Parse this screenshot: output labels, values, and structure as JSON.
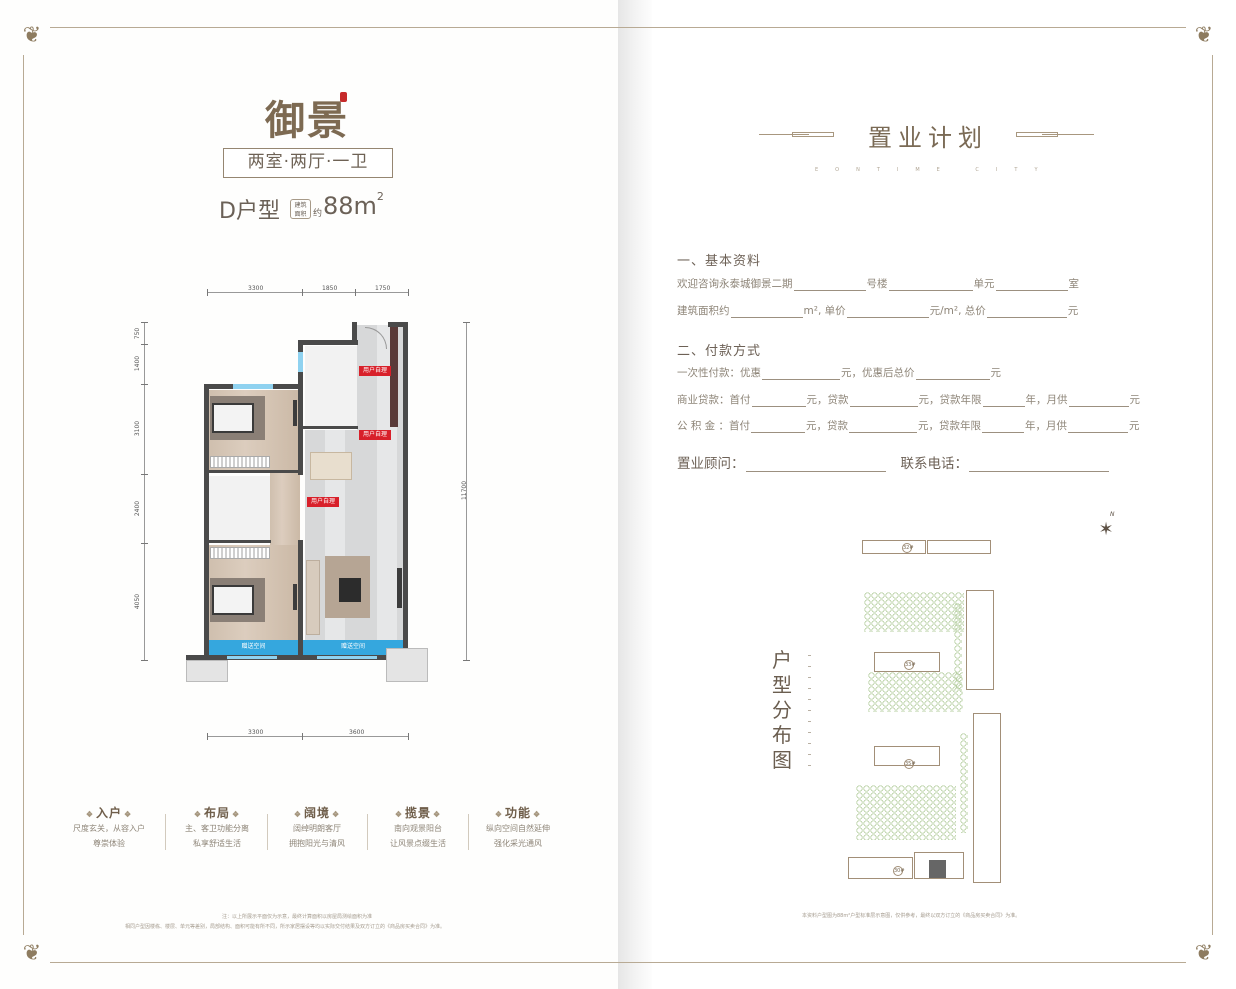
{
  "left_page": {
    "brand_logo": "御景",
    "rooms": "两室·两厅·一卫",
    "unit_type": "D户型",
    "area_tag": [
      "建筑",
      "面积"
    ],
    "area_approx": "约",
    "area_value": "88m",
    "area_unit_sup": "2",
    "floorplan": {
      "top_dimensions": [
        "3300",
        "1850",
        "1750"
      ],
      "bottom_dimensions": [
        "3300",
        "3600"
      ],
      "left_dimensions": [
        "750",
        "1400",
        "3100",
        "2400",
        "4050"
      ],
      "right_dimension": "11700",
      "labels": {
        "self_managed": "用户自理",
        "bonus_space": "赠送空间"
      }
    },
    "features": [
      {
        "title": "入户",
        "lines": [
          "尺度玄关，从容入户",
          "尊崇体验"
        ]
      },
      {
        "title": "布局",
        "lines": [
          "主、客卫功能分离",
          "私享舒适生活"
        ]
      },
      {
        "title": "阔境",
        "lines": [
          "阔绰明朗客厅",
          "拥抱阳光与清风"
        ]
      },
      {
        "title": "揽景",
        "lines": [
          "南向观景阳台",
          "让风景点缀生活"
        ]
      },
      {
        "title": "功能",
        "lines": [
          "纵向空间自然延伸",
          "强化采光通风"
        ]
      }
    ],
    "footnote": [
      "注：以上所展示平面仅为示意，最终计算面积以房屋局测绘面积为准",
      "相同户型因楼栋、楼层、单元等差别，局部结构、面积可能有所不同，所示家居摆设等均以实际交付结果及双方订立的《商品房买卖合同》为准。"
    ]
  },
  "right_page": {
    "title": "置业计划",
    "subtitle": "EONTIME CITY",
    "section1": {
      "title": "一、基本资料",
      "row1": {
        "prefix": "欢迎咨询永泰城御景二期",
        "s1": "号楼",
        "s2": "单元",
        "s3": "室"
      },
      "row2": {
        "prefix": "建筑面积约",
        "s1": "m², 单价",
        "s2": "元/m², 总价",
        "s3": "元"
      }
    },
    "section2": {
      "title": "二、付款方式",
      "row1": {
        "prefix": "一次性付款：优惠",
        "s1": "元，优惠后总价",
        "s2": "元"
      },
      "row2": {
        "prefix": "商业贷款：首付",
        "s1": "元，贷款",
        "s2": "元，贷款年限",
        "s3": "年，月供",
        "s4": "元"
      },
      "row3": {
        "prefix": "公 积 金 ：首付",
        "s1": "元，贷款",
        "s2": "元，贷款年限",
        "s3": "年，月供",
        "s4": "元"
      }
    },
    "contact": {
      "consultant": "置业顾问：",
      "phone": "联系电话："
    },
    "distribution_label": "户型分布图",
    "compass_north": "N",
    "building_numbers": [
      "32#",
      "33#",
      "35#",
      "30#"
    ],
    "footnote": "本资料户型图为88m²户型标准层示意图，仅供参考，最终以双方订立的《商品房买卖合同》为准。"
  },
  "colors": {
    "frame": "#b8aa94",
    "text_brown": "#7a6a55",
    "balcony_blue": "#35a7de",
    "tag_red": "#d8202a",
    "tree_green": "#a6c48c"
  }
}
